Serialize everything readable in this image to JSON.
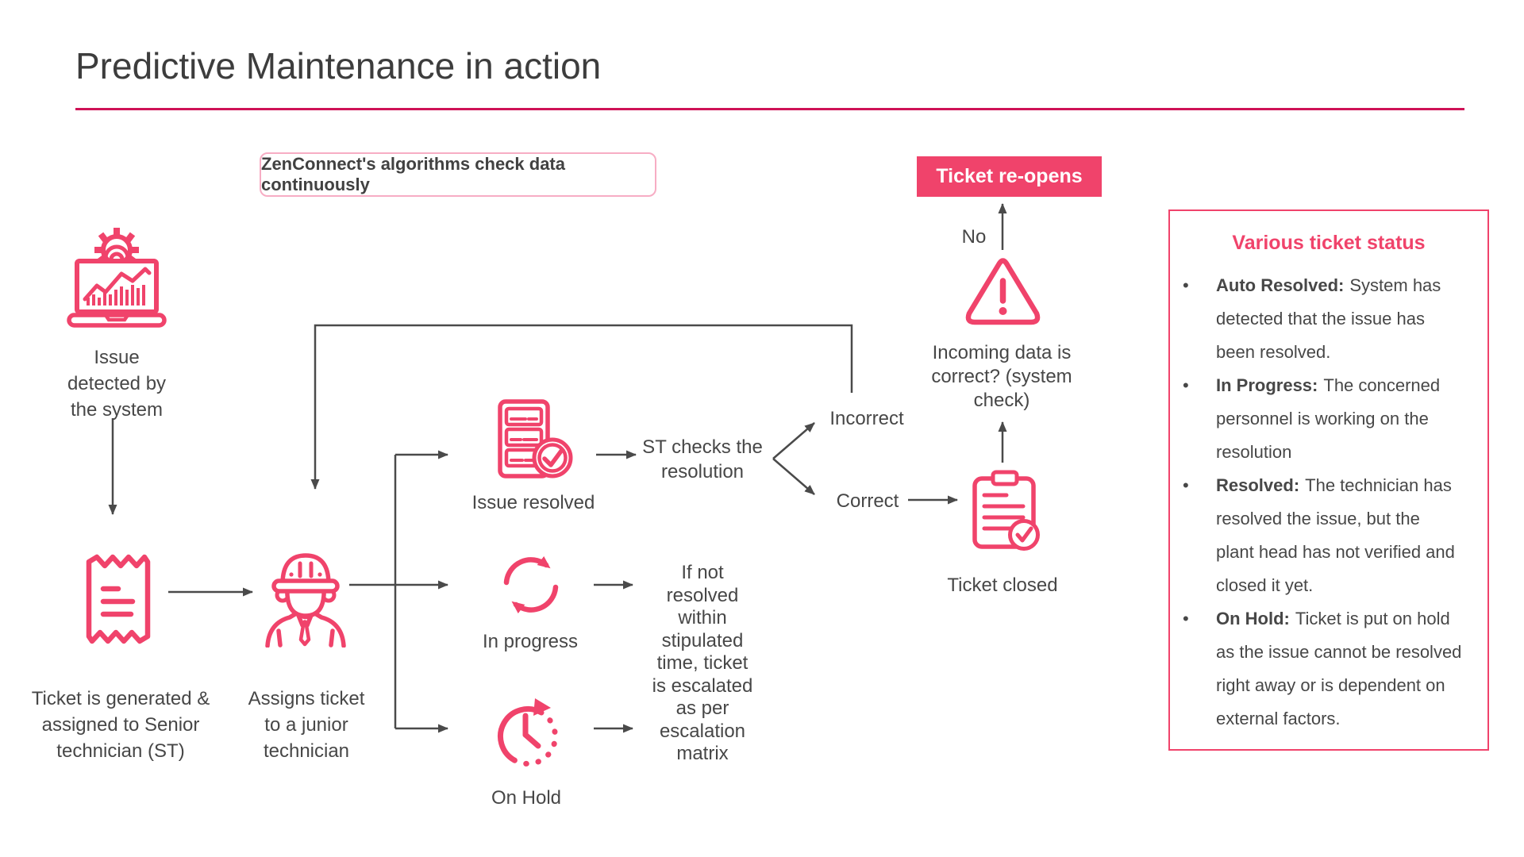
{
  "page": {
    "title": "Predictive Maintenance in action"
  },
  "banner": {
    "text": "ZenConnect's algorithms check data continuously"
  },
  "colors": {
    "accent_pink": "#f0436b",
    "banner_border_pink": "#f7adc4",
    "title_rule_crimson": "#ce1256",
    "dark_text": "#474747",
    "arrow_gray": "#4a4a4a"
  },
  "flow": {
    "issue_detected": {
      "icon": "laptop-analytics-gear-icon",
      "label": "Issue\ndetected by\nthe system"
    },
    "ticket_generated": {
      "icon": "receipt-ticket-icon",
      "label": "Ticket is generated &\nassigned to Senior\ntechnician (ST)"
    },
    "assign_junior": {
      "icon": "technician-hard-hat-icon",
      "label": "Assigns ticket\nto a junior\ntechnician"
    },
    "issue_resolved": {
      "icon": "checklist-resolved-icon",
      "label": "Issue resolved"
    },
    "in_progress": {
      "icon": "sync-arrows-icon",
      "label": "In progress"
    },
    "on_hold": {
      "icon": "clock-hold-icon",
      "label": "On Hold"
    },
    "st_checks": {
      "label": "ST checks the\nresolution"
    },
    "incorrect": {
      "label": "Incorrect"
    },
    "correct": {
      "label": "Correct"
    },
    "ticket_closed": {
      "icon": "clipboard-check-icon",
      "label": "Ticket closed"
    },
    "incoming_check": {
      "icon": "warning-triangle-icon",
      "label": "Incoming data is\ncorrect? (system\ncheck)"
    },
    "no_branch": {
      "label": "No"
    },
    "escalation_note": {
      "label": "If not\nresolved\nwithin\nstipulated\ntime, ticket\nis escalated\nas per\nescalation\nmatrix"
    },
    "ticket_reopens": {
      "label": "Ticket re-opens"
    }
  },
  "panel": {
    "title": "Various ticket status",
    "bullet_glyph": "•",
    "items": [
      {
        "term": "Auto Resolved:",
        "desc": "System has\ndetected that the issue has\nbeen resolved."
      },
      {
        "term": "In Progress:",
        "desc": "The concerned\npersonnel is working on the\nresolution"
      },
      {
        "term": "Resolved:",
        "desc": "The technician has\nresolved the issue, but the\nplant head has not verified and\nclosed it yet."
      },
      {
        "term": "On Hold:",
        "desc": "Ticket is put on hold\nas the issue cannot be resolved\nright away or is dependent on\nexternal factors."
      }
    ]
  }
}
